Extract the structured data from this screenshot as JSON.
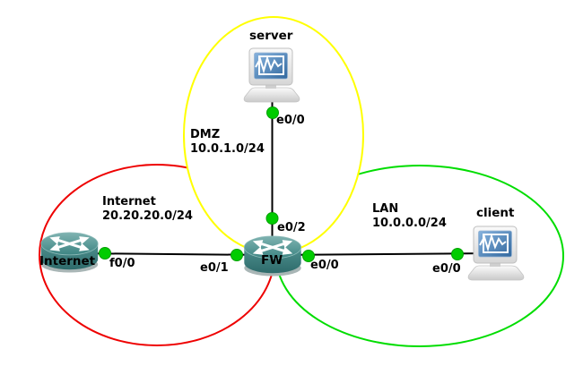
{
  "colors": {
    "dmz_zone": "#ffff00",
    "internet_zone": "#ee0000",
    "lan_zone": "#00dd00",
    "link_dot": "#00cc00"
  },
  "icons": {
    "router": "router-icon",
    "computer": "computer-icon",
    "link_status": "green-dot-icon"
  },
  "nodes": {
    "server": {
      "label": "server",
      "interface": "e0/0"
    },
    "client": {
      "label": "client",
      "interface": "e0/0"
    },
    "internet": {
      "label": "Internet",
      "interface": "f0/0"
    },
    "fw": {
      "label": "FW",
      "if_dmz": "e0/2",
      "if_internet": "e0/1",
      "if_lan": "e0/0"
    }
  },
  "networks": {
    "dmz": {
      "name": "DMZ",
      "subnet": "10.0.1.0/24"
    },
    "internet": {
      "name": "Internet",
      "subnet": "20.20.20.0/24"
    },
    "lan": {
      "name": "LAN",
      "subnet": "10.0.0.0/24"
    }
  }
}
